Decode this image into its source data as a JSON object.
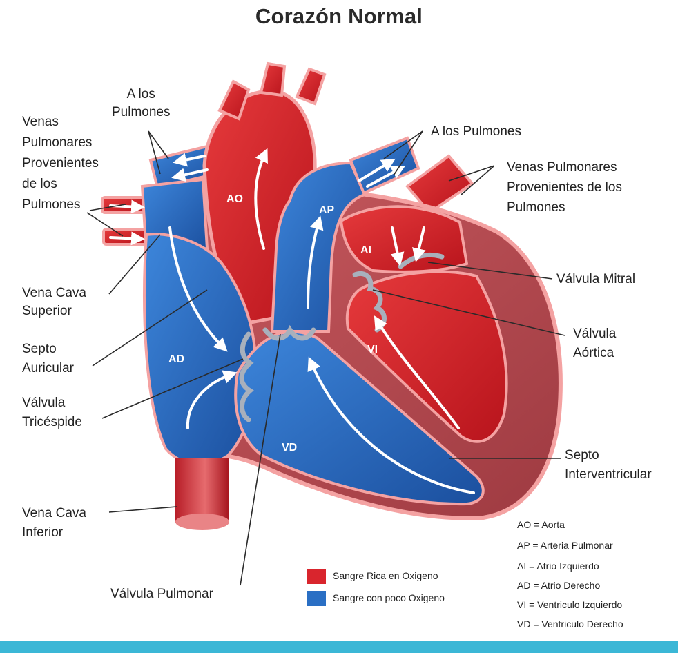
{
  "title": "Corazón Normal",
  "colors": {
    "oxygen_rich": "#d9252d",
    "oxygen_poor": "#2a6fc4",
    "muscle": "#b94b52",
    "outline": "#f4a2a2",
    "valve": "#a8b0bc",
    "bar": "#3bb7d6"
  },
  "labels": {
    "to_lungs_left": "A los\nPulmones",
    "pulm_veins_left": "Venas\nPulmonares\nProvenientes\nde los\nPulmones",
    "to_lungs_right": "A los Pulmones",
    "pulm_veins_right": "Venas Pulmonares\nProvenientes de los\nPulmones",
    "mitral_valve": "Válvula Mitral",
    "superior_vena_cava": "Vena Cava\nSuperior",
    "aortic_valve": "Válvula\nAórtica",
    "atrial_septum": "Septo\nAuricular",
    "tricuspid_valve": "Válvula\nTricéspide",
    "interventricular_septum": "Septo\nInterventricular",
    "inferior_vena_cava": "Vena Cava\nInferior",
    "pulmonary_valve": "Válvula Pulmonar"
  },
  "chambers": {
    "ao": "AO",
    "ap": "AP",
    "ai": "AI",
    "ad": "AD",
    "vi": "VI",
    "vd": "VD"
  },
  "legend": [
    {
      "text": "Sangre Rica en Oxigeno",
      "color": "#d9252d"
    },
    {
      "text": "Sangre con poco Oxigeno",
      "color": "#2a6fc4"
    }
  ],
  "abbreviations": [
    "AO = Aorta",
    "AP = Arteria Pulmonar",
    "AI = Atrio Izquierdo",
    "AD = Atrio Derecho",
    "VI = Ventriculo Izquierdo",
    "VD = Ventriculo Derecho"
  ]
}
